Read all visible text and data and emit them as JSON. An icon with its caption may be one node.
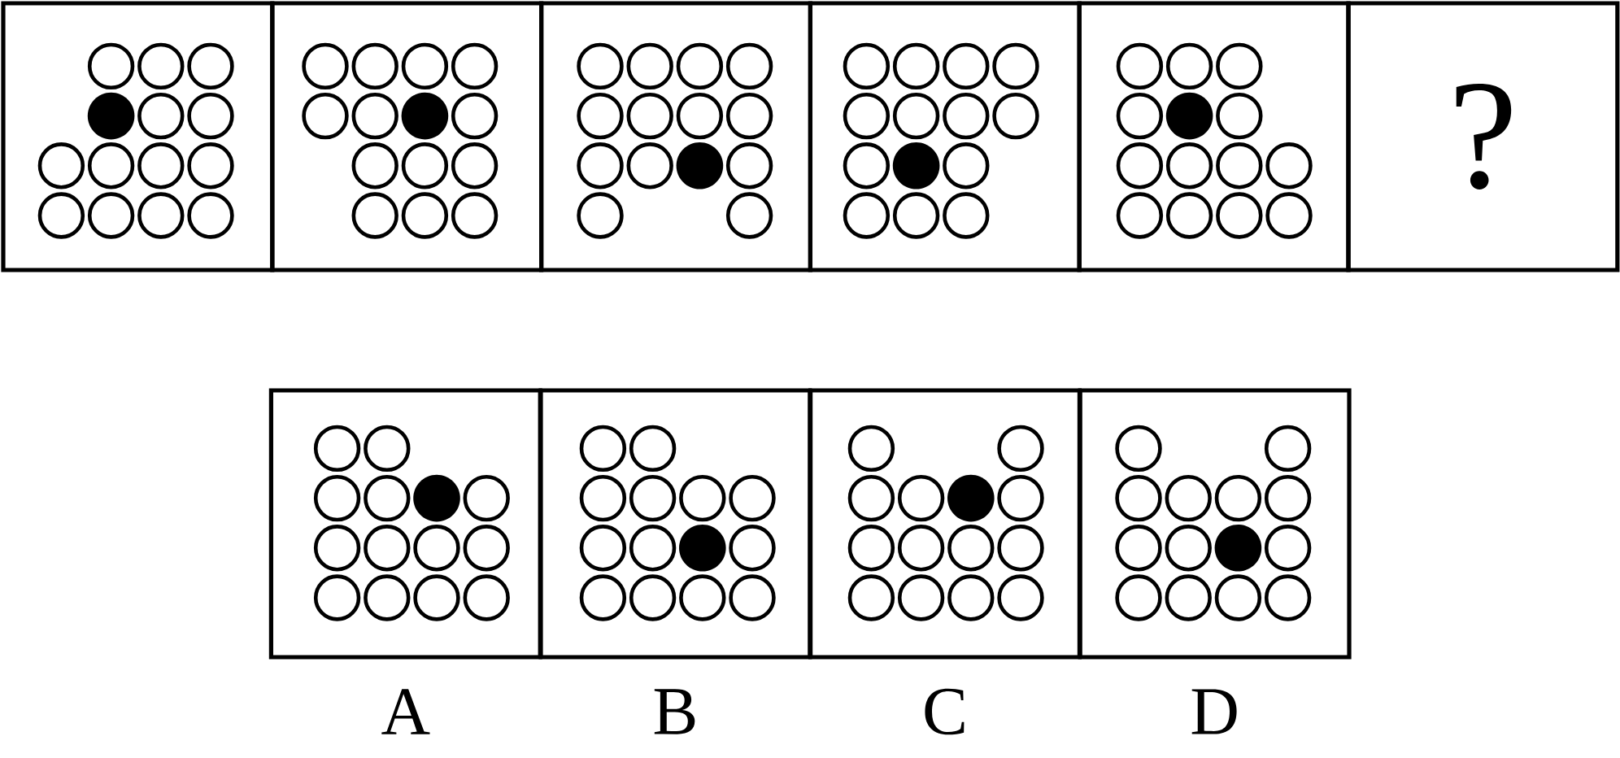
{
  "diagram": {
    "nodes": [
      {
        "text": [],
        "shape": "box"
      },
      {
        "text": [],
        "shape": "box"
      },
      {
        "text": [],
        "shape": "box"
      },
      {
        "text": [],
        "shape": "box"
      },
      {
        "text": [],
        "shape": "box"
      },
      {
        "text": [
          "?"
        ]
      },
      {
        "text": [],
        "shape": "box",
        "beside": [
          "A"
        ]
      },
      {
        "text": [],
        "shape": "box",
        "beside": [
          "B"
        ]
      },
      {
        "text": [],
        "shape": "box",
        "beside": [
          "C"
        ]
      },
      {
        "text": [],
        "shape": "box",
        "beside": [
          "D"
        ]
      }
    ]
  }
}
